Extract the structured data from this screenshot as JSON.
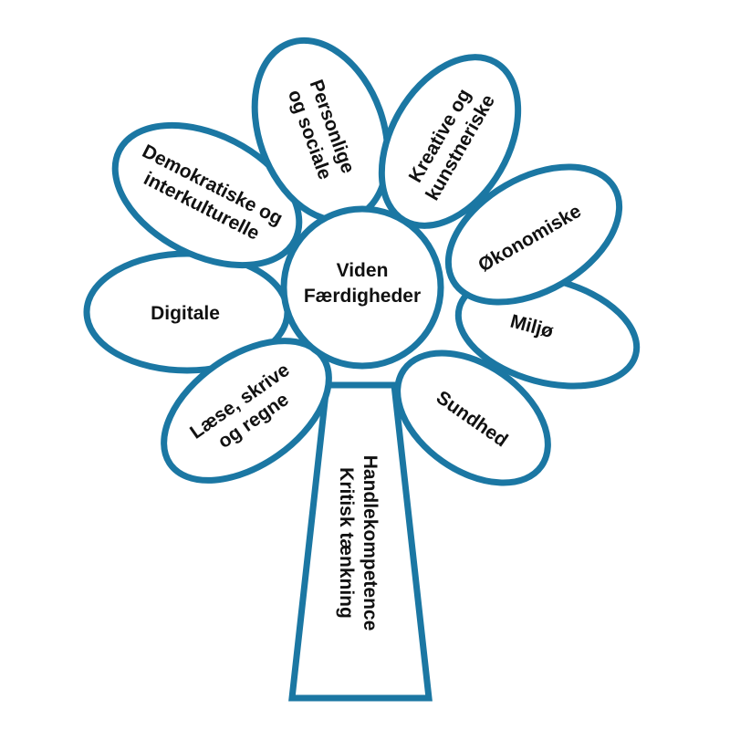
{
  "colors": {
    "outline": "#1b77a3",
    "fill": "#ffffff",
    "text": "#111111"
  },
  "center": {
    "line1": "Viden",
    "line2": "Færdigheder"
  },
  "trunk": {
    "line1": "Handlekompetence",
    "line2": "Kritisk tænkning"
  },
  "petals": {
    "personlige": {
      "line1": "Personlige",
      "line2": "og sociale"
    },
    "kreative": {
      "line1": "Kreative og",
      "line2": "kunstneriske"
    },
    "demokratiske": {
      "line1": "Demokratiske og",
      "line2": "interkulturelle"
    },
    "okonomiske": {
      "line1": "Økonomiske"
    },
    "digitale": {
      "line1": "Digitale"
    },
    "miljo": {
      "line1": "Miljø"
    },
    "laese": {
      "line1": "Læse, skrive",
      "line2": "og regne"
    },
    "sundhed": {
      "line1": "Sundhed"
    }
  }
}
